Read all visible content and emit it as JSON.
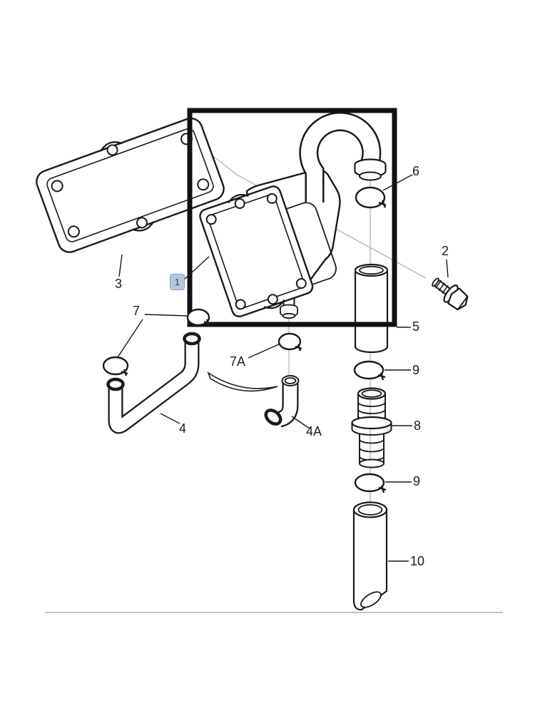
{
  "diagram": {
    "kind": "exploded-parts-diagram",
    "selected_callout": "1",
    "callouts": {
      "c1": {
        "label": "1",
        "selected": true
      },
      "c2": {
        "label": "2"
      },
      "c3": {
        "label": "3"
      },
      "c4": {
        "label": "4"
      },
      "c4a": {
        "label": "4A"
      },
      "c5": {
        "label": "5"
      },
      "c6": {
        "label": "6"
      },
      "c7": {
        "label": "7"
      },
      "c7a": {
        "label": "7A"
      },
      "c8": {
        "label": "8"
      },
      "c9a": {
        "label": "9"
      },
      "c9b": {
        "label": "9"
      },
      "c10": {
        "label": "10"
      }
    },
    "colors": {
      "line": "#1a1a1a",
      "guide_line": "#b3b3b3",
      "baseline": "#c0c0c0",
      "selected_badge_bg": "#b5c7df",
      "selected_badge_border": "#7f9dc4",
      "selected_badge_text": "#2f3b52"
    }
  }
}
